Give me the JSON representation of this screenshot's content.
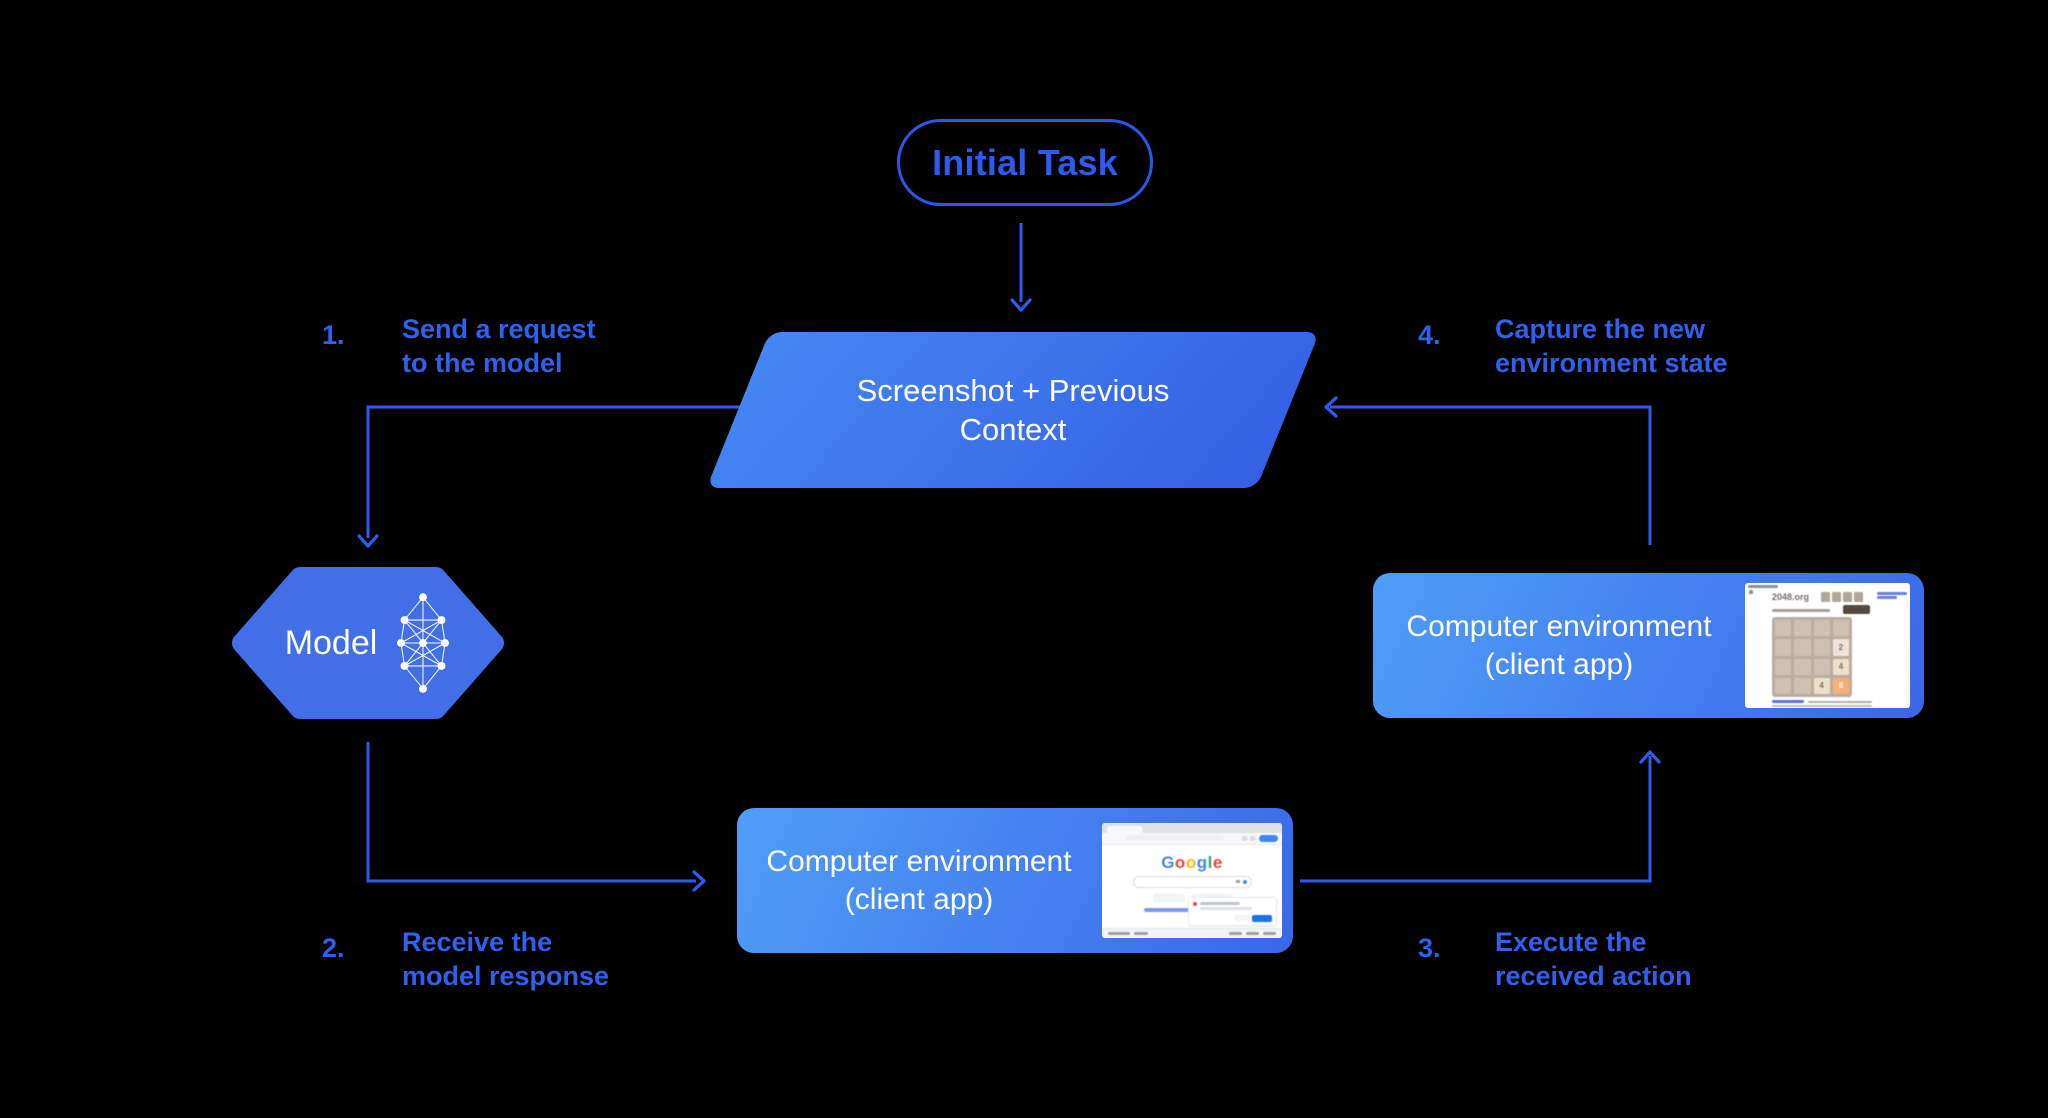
{
  "colors": {
    "background": "#000000",
    "accent_arrow": "#2d5cec",
    "accent_label": "#2e61ee",
    "pill_border": "#2b57e8",
    "parallelogram_gradient": [
      "#4487f2",
      "#3560e4"
    ],
    "env_box_gradient": [
      "#4f9ef6",
      "#3a67e9"
    ],
    "hexagon_fill": "#426fe8"
  },
  "nodes": {
    "initial_task": {
      "label": "Initial Task"
    },
    "screenshot_context": {
      "line1": "Screenshot + Previous",
      "line2": "Context"
    },
    "model": {
      "label": "Model",
      "icon": "neural-network-icon"
    },
    "env_executor": {
      "line1": "Computer environment",
      "line2": "(client app)"
    },
    "env_capture": {
      "line1": "Computer environment",
      "line2": "(client app)"
    }
  },
  "steps": [
    {
      "num": "1.",
      "line1": "Send a request",
      "line2": "to the model"
    },
    {
      "num": "2.",
      "line1": "Receive the",
      "line2": "model response"
    },
    {
      "num": "3.",
      "line1": "Execute the",
      "line2": "received action"
    },
    {
      "num": "4.",
      "line1": "Capture the new",
      "line2": "environment state"
    }
  ],
  "mini_google": {
    "logo_letters": [
      {
        "ch": "G",
        "color": "#4285F4"
      },
      {
        "ch": "o",
        "color": "#EA4335"
      },
      {
        "ch": "o",
        "color": "#FBBC05"
      },
      {
        "ch": "g",
        "color": "#4285F4"
      },
      {
        "ch": "l",
        "color": "#34A853"
      },
      {
        "ch": "e",
        "color": "#EA4335"
      }
    ]
  },
  "mini_2048": {
    "site": "2048.org",
    "tiles": [
      [
        "",
        "",
        "",
        ""
      ],
      [
        "",
        "",
        "",
        "2"
      ],
      [
        "",
        "",
        "",
        "4"
      ],
      [
        "",
        "",
        "4",
        "8"
      ]
    ],
    "tile_colors": {
      "2": "#eee4da",
      "4": "#ede0c8",
      "8": "#f2b179"
    }
  }
}
